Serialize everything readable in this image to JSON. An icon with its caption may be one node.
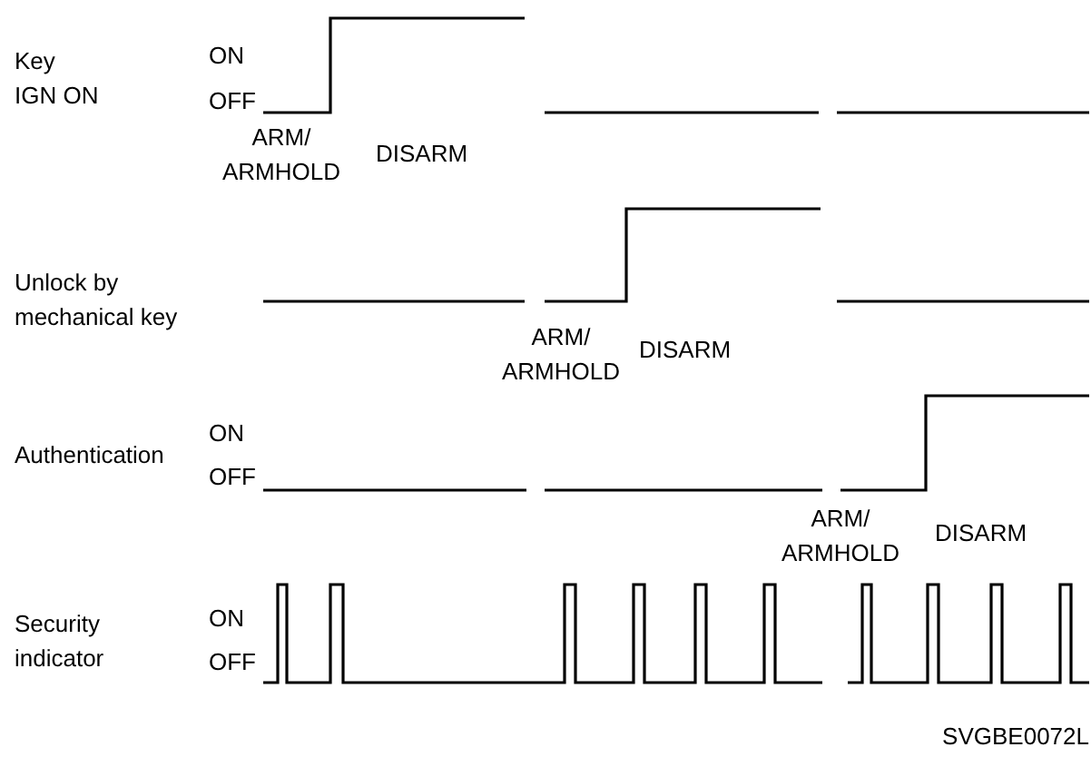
{
  "diagram": {
    "labels": [
      "Key IGN ON",
      "ON",
      "OFF",
      "ARM/ ARMHOLD",
      "DISARM",
      "Unlock by mechanical key",
      "ARM/ ARMHOLD",
      "DISARM",
      "Authentication",
      "ON",
      "OFF",
      "ARM/ ARMHOLD",
      "DISARM",
      "Security indicator",
      "ON",
      "OFF",
      "SVGBE0072L"
    ]
  }
}
